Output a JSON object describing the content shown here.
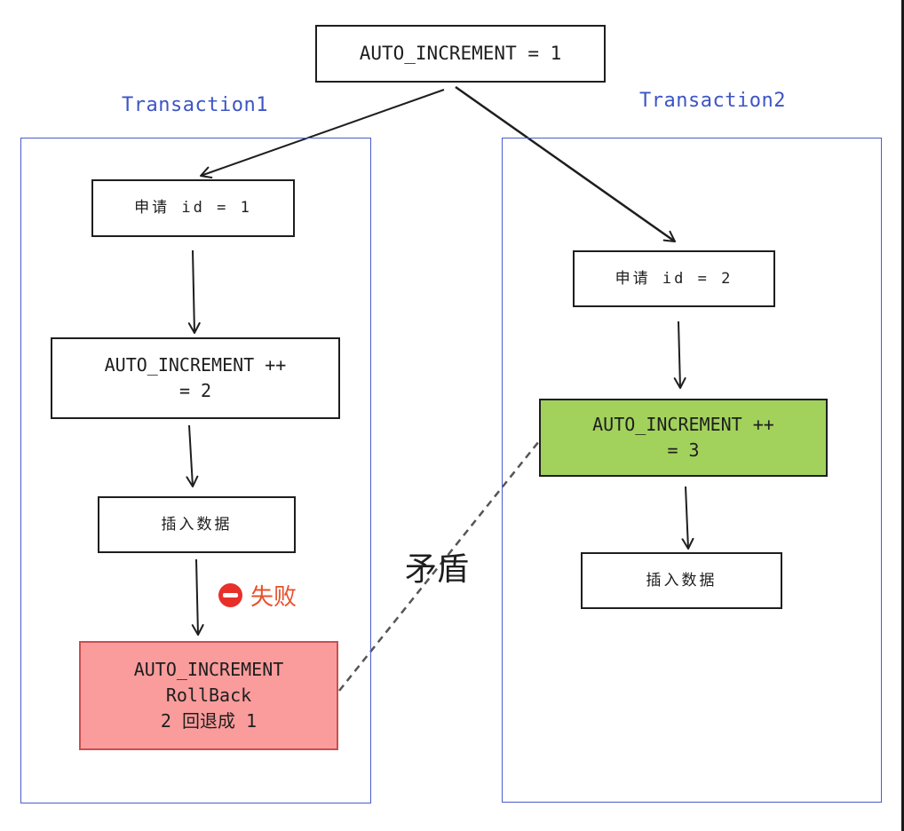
{
  "diagram": {
    "root": {
      "label": "AUTO_INCREMENT = 1"
    },
    "transaction1": {
      "title": "Transaction1",
      "steps": [
        {
          "lines": [
            "申请 id = 1"
          ]
        },
        {
          "lines": [
            "AUTO_INCREMENT ++",
            "= 2"
          ]
        },
        {
          "lines": [
            "插入数据"
          ]
        },
        {
          "lines": [
            "AUTO_INCREMENT",
            "RollBack",
            "2 回退成 1"
          ],
          "fill": "#fa9c9c"
        }
      ],
      "failure": {
        "label": "失败",
        "icon": "minus-circle-icon",
        "color": "#e8302b"
      }
    },
    "transaction2": {
      "title": "Transaction2",
      "steps": [
        {
          "lines": [
            "申请 id = 2"
          ]
        },
        {
          "lines": [
            "AUTO_INCREMENT ++",
            "= 3"
          ],
          "fill": "#a2d25c"
        },
        {
          "lines": [
            "插入数据"
          ]
        }
      ]
    },
    "conflict": {
      "label": "矛盾",
      "line_style": "dashed"
    },
    "colors": {
      "group_border": "#4a5cc9",
      "group_title": "#3d55c4",
      "stroke": "#1e1e1e",
      "conflict_line": "#555555"
    }
  }
}
